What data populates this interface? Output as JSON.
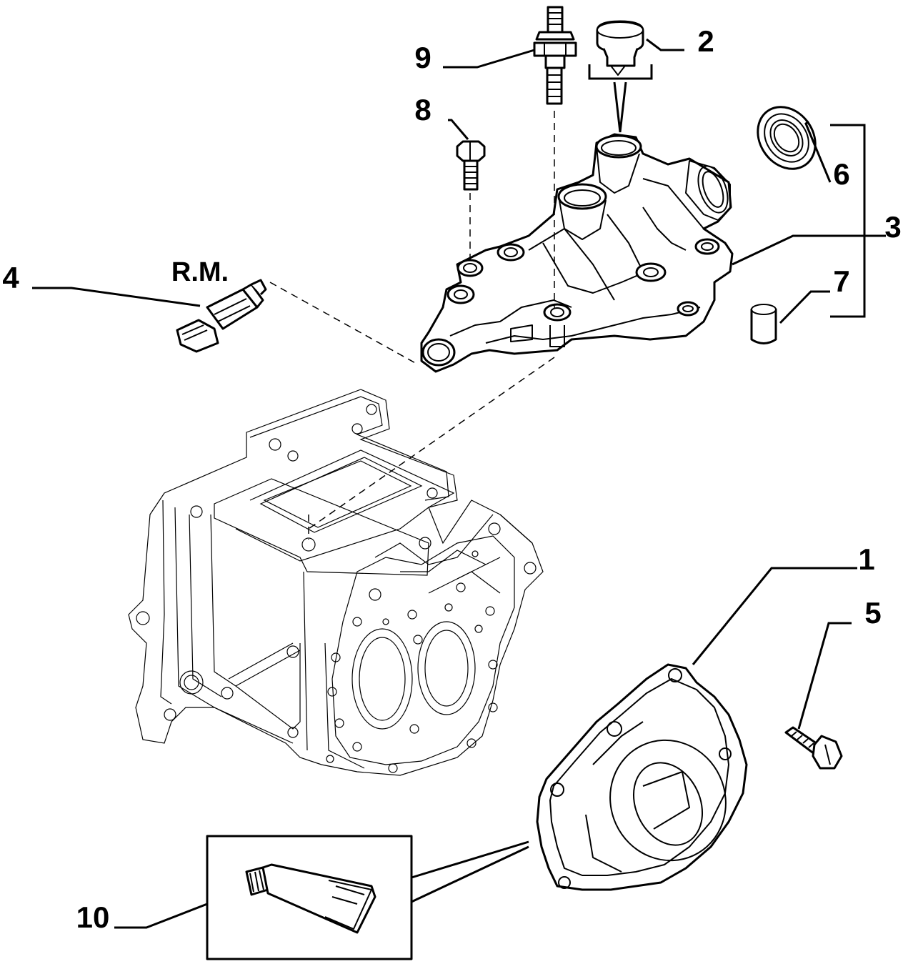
{
  "callouts": {
    "c1": "1",
    "c2": "2",
    "c3": "3",
    "c4": "4",
    "c5": "5",
    "c6": "6",
    "c7": "7",
    "c8": "8",
    "c9": "9",
    "c10": "10",
    "rm": "R.M."
  },
  "colors": {
    "ink": "#000000",
    "paper": "#ffffff"
  }
}
